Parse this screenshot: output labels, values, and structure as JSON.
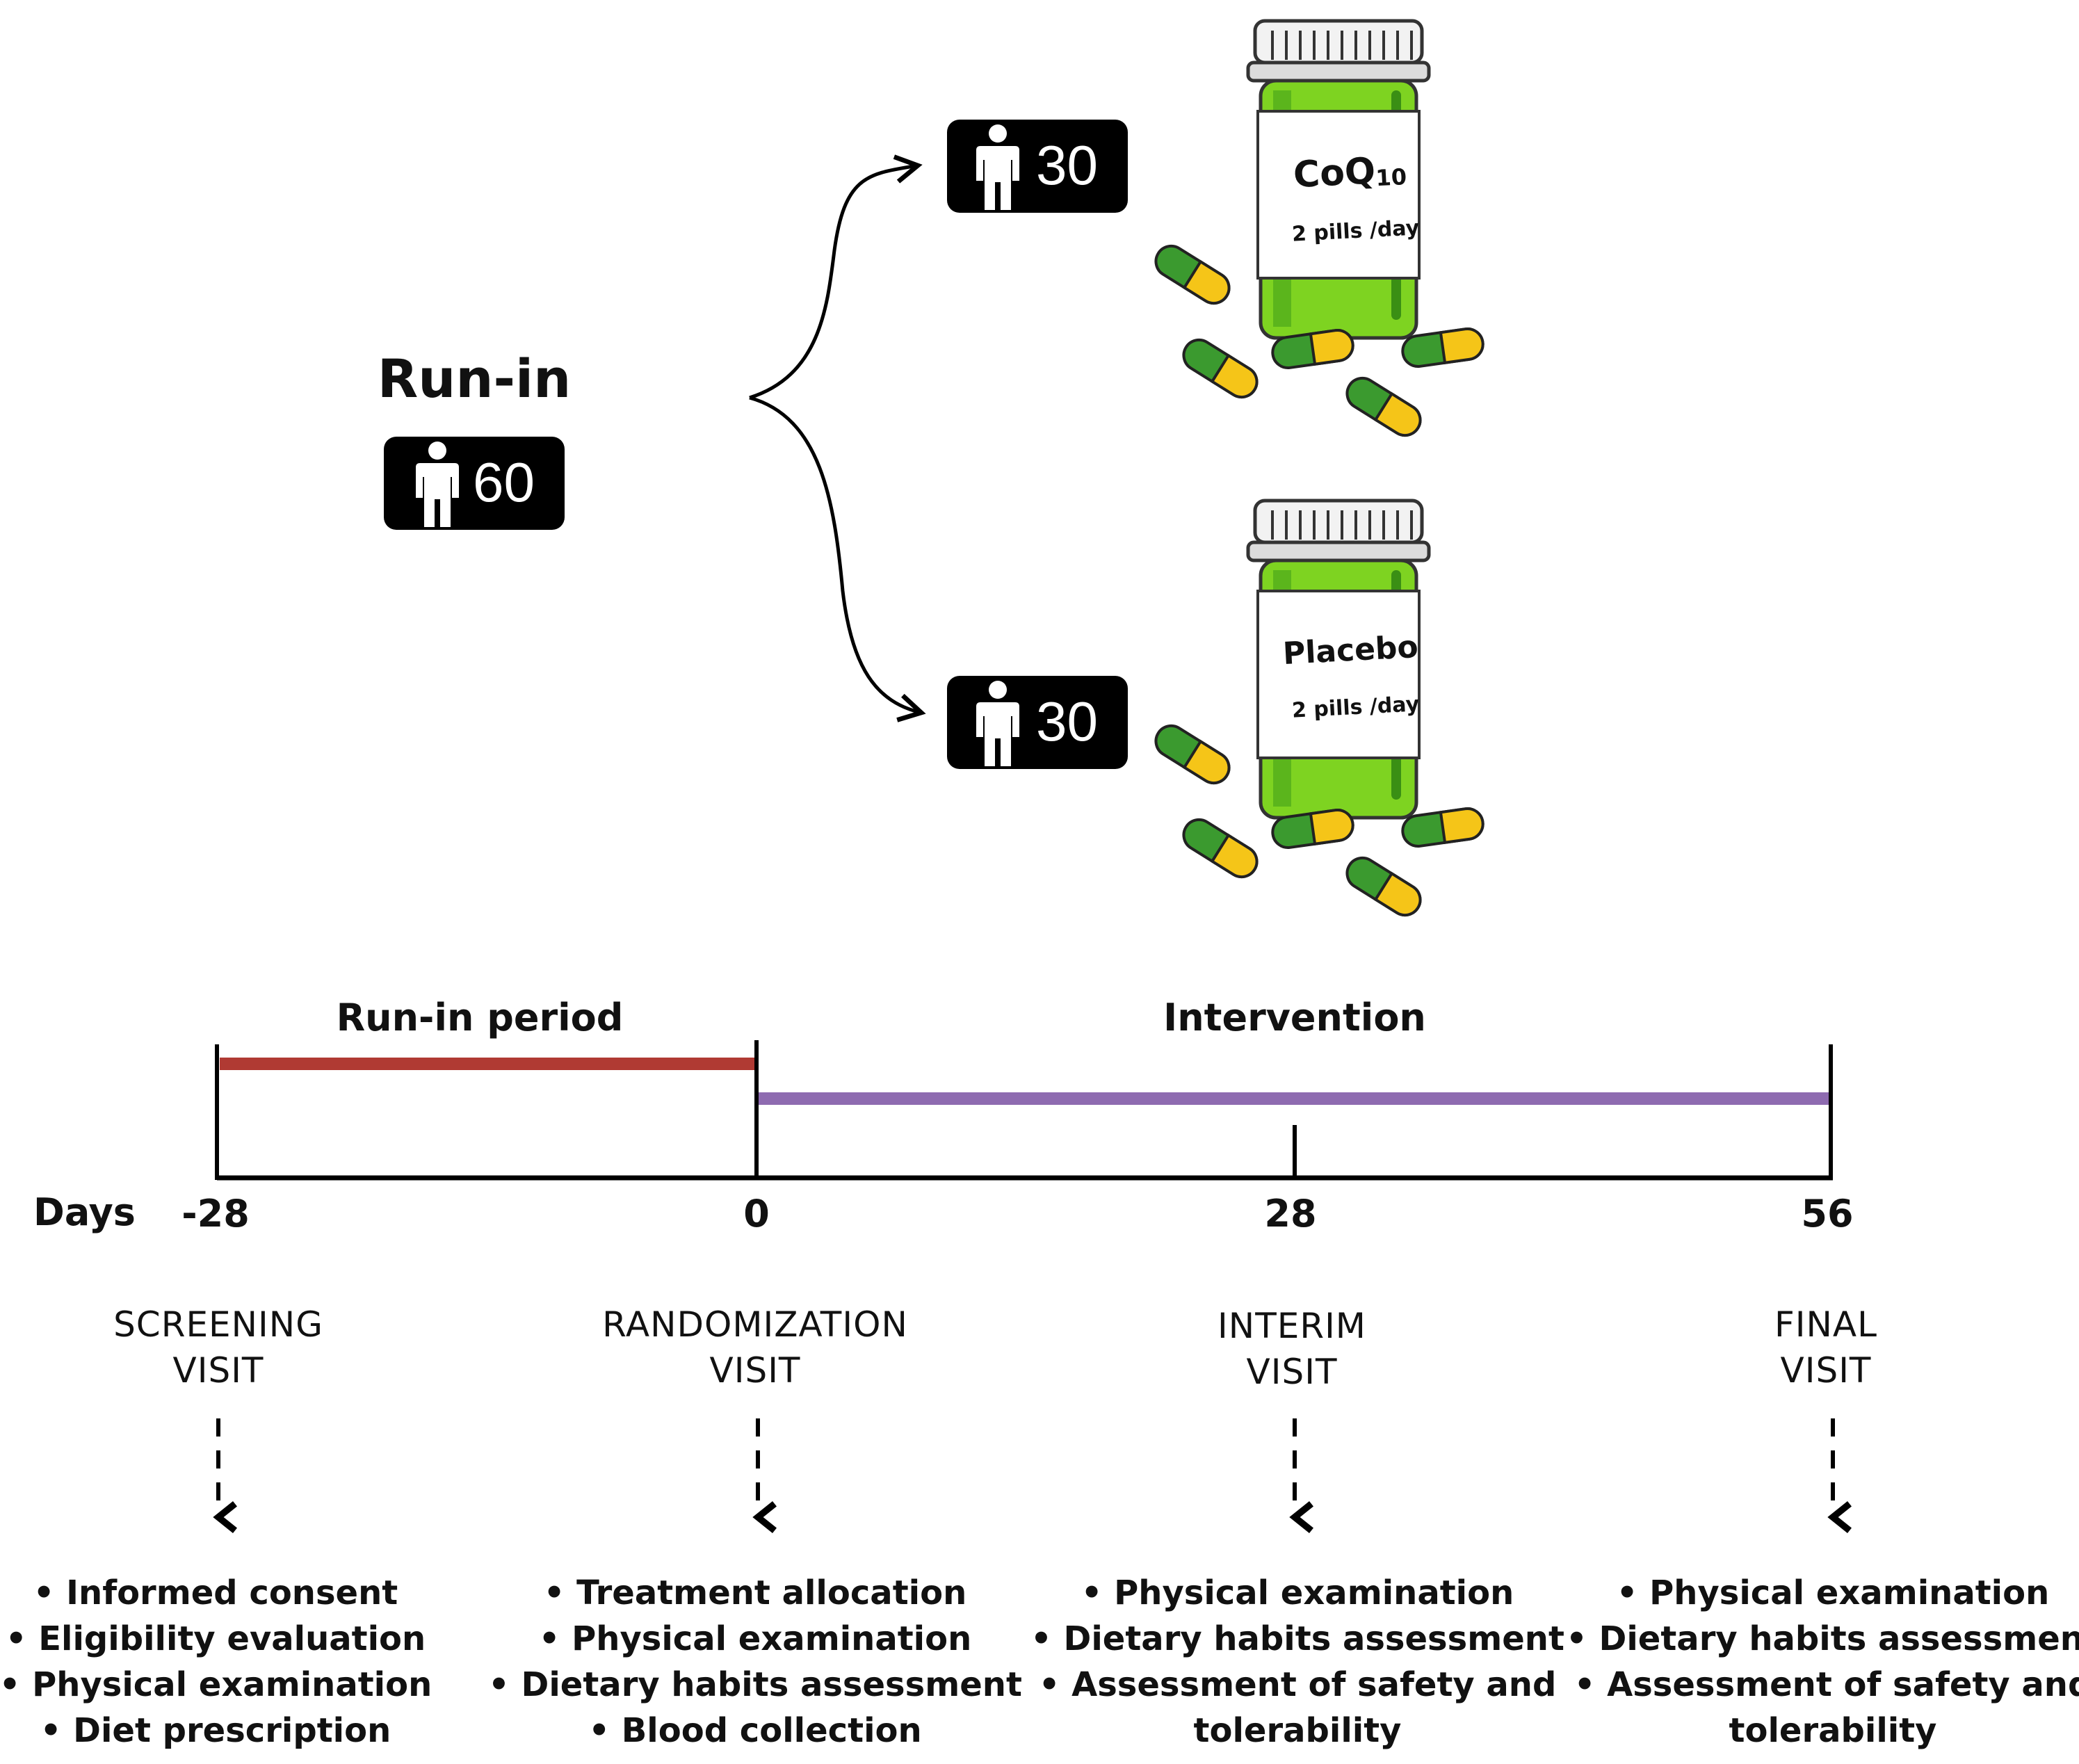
{
  "run_in": {
    "title": "Run-in",
    "count": "60"
  },
  "arms": [
    {
      "count": "30",
      "drug": "CoQ",
      "drug_sub": "10",
      "dose": "2 pills /day"
    },
    {
      "count": "30",
      "drug": "Placebo",
      "drug_sub": "",
      "dose": "2 pills /day"
    }
  ],
  "timeline": {
    "axis_label": "Days",
    "periods": [
      {
        "label": "Run-in period",
        "color": "#b03a33"
      },
      {
        "label": "Intervention",
        "color": "#8e6bb0"
      }
    ],
    "days": [
      "-28",
      "0",
      "28",
      "56"
    ]
  },
  "visits": [
    {
      "title": [
        "SCREENING",
        "VISIT"
      ],
      "activities": [
        "Informed consent",
        "Eligibility evaluation",
        "Physical examination",
        "Diet prescription"
      ]
    },
    {
      "title": [
        "RANDOMIZATION",
        "VISIT"
      ],
      "activities": [
        "Treatment allocation",
        "Physical examination",
        "Dietary habits assessment",
        "Blood collection"
      ]
    },
    {
      "title": [
        "INTERIM",
        "VISIT"
      ],
      "activities": [
        "Physical examination",
        "Dietary habits assessment",
        "Assessment of safety and",
        "tolerability"
      ]
    },
    {
      "title": [
        "FINAL",
        "VISIT"
      ],
      "activities": [
        "Physical examination",
        "Dietary habits assessment",
        "Assessment of safety and",
        "tolerability"
      ]
    }
  ],
  "colors": {
    "pill_green": "#3b9a2f",
    "pill_yellow": "#f5c518",
    "bottle_green": "#7ed321"
  }
}
